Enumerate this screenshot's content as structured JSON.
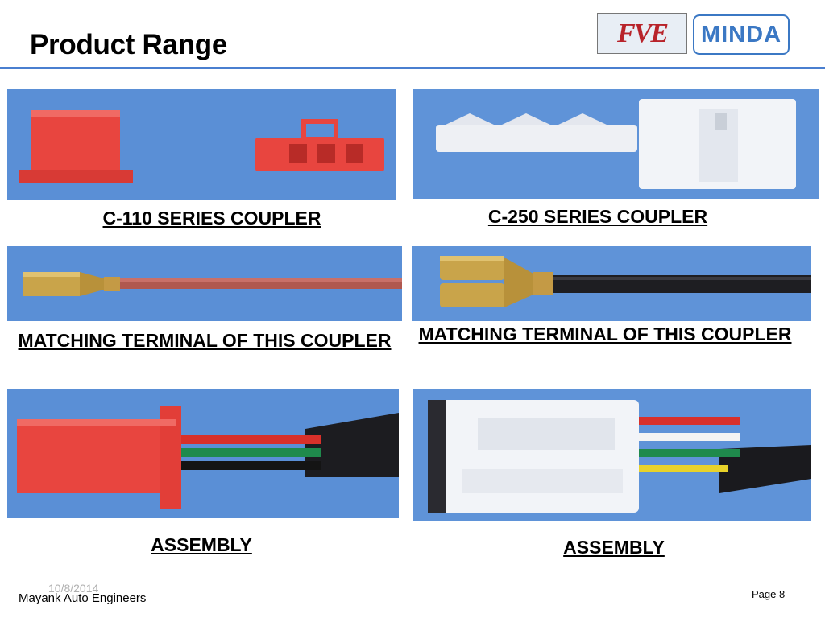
{
  "slide": {
    "title": "Product Range",
    "logos": {
      "left": "FVE",
      "right": "MINDA"
    }
  },
  "captions": {
    "c110": "C-110 SERIES COUPLER",
    "c250": "C-250 SERIES COUPLER",
    "terminal_left": "MATCHING TERMINAL OF THIS COUPLER",
    "terminal_right": "MATCHING TERMINAL OF THIS COUPLER",
    "assembly_left": "ASSEMBLY",
    "assembly_right": "ASSEMBLY"
  },
  "footer": {
    "company": "Mayank Auto Engineers",
    "date": "10/8/2014",
    "page": "Page 8"
  },
  "colors": {
    "accent_rule": "#4a7fd0",
    "photo_background": "#5a8fd6",
    "red_coupler": "#e8453f",
    "white_coupler": "#f2f4f8"
  }
}
